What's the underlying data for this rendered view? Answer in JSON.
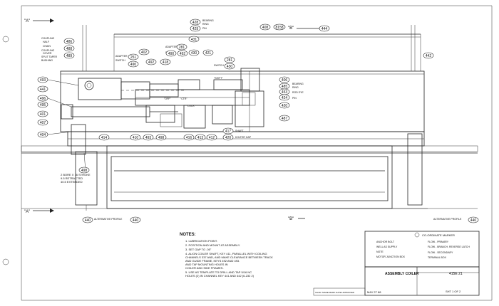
{
  "views": {
    "left_a_top": "\"A\"",
    "left_a_bottom": "\"A\"",
    "b_top": "\"B\"",
    "b_bottom": "\"B\""
  },
  "callouts": {
    "c428": "428",
    "c429": "429",
    "c408": "408",
    "c8158": "8158",
    "c444": "444",
    "c442": "442",
    "c431": "431",
    "c430": "430",
    "c422": "422",
    "c281a": "281",
    "c430b": "430",
    "c281b": "281",
    "c421": "421",
    "c486": "486",
    "c488": "488",
    "c489": "489",
    "c251": "251",
    "c402": "402",
    "c490": "490",
    "c492a": "492",
    "c418": "418",
    "c492b": "492",
    "c490b": "490",
    "c493": "493",
    "c441": "441",
    "c496": "496",
    "c495": "495",
    "c401": "401",
    "c407": "407",
    "c404": "404",
    "c406": "406",
    "c485": "485",
    "c453": "453",
    "c424": "424",
    "c420": "420",
    "c487": "487",
    "c417": "417",
    "c420b": "420",
    "c414": "414",
    "c410a": "410",
    "c493b": "493",
    "c498": "498",
    "c416": "416",
    "c413": "413",
    "c412": "412",
    "c498b": "498",
    "c440a": "440",
    "c440b": "440",
    "c440c": "440"
  },
  "notes_small": {
    "coupling": "COUPLING",
    "half": "HALF",
    "chain": "CHAIN",
    "coupling2": "COUPLING",
    "cover": "COVER",
    "split": "SPLIT TAPER",
    "bushing": "BUSHING",
    "bearing1": "BEARING",
    "ring": "RING",
    "pin": "PIN",
    "adapter": "ADAPTER",
    "switch": "SWITCH",
    "adapter2": "ADAPTER",
    "switch2": "SWITCH",
    "switch3": "SWITCH",
    "bearing2": "BEARING",
    "ring2": "RING",
    "rod_eye": "ROD EYE",
    "pin2": "PIN",
    "shaft": "SHAFT",
    "k_gap": "KOLTER GAP",
    "stroke": "2 BORE X 16 STROKE",
    "retracted": "9.5 RETRACTED",
    "extended": "40.5 EXTENDED",
    "alt_profile": "ALTERNATIVE PROFILE",
    "alt_profile2": "ALTERNATIVE PROFILE",
    "ctr_d": "\"D\"",
    "ctr_off": "\"OFF\"",
    "ctr_ctr": "\"CTR\"",
    "ctr_lock": "\"LOCK\"",
    "ctr_e": "\"OFF\"",
    "ctr_shift": "\"SHIFT\""
  },
  "notes": {
    "title": "NOTES:",
    "items": [
      "1. LUBRICATION POINT.",
      "2. POSITION AND MOUNT AT ASSEMBLY.",
      "3. SET GAP TO .05\"",
      "4. ALIGN COILER SHAFT, KEY 411, PARALLEL WITH COILING",
      "   CHANNELS 337 AND, AND MAKE CLEARANCE BETWEEN TRACK",
      "   AND GUIDE FRAME, KEYS 492 AND 493.",
      "   AND TAP MOUNTING HOLES IN",
      "   COILER AND SIDE FRAMES.",
      "5. USE AS TEMPLATE TO DRILL AND TAP 5/16 NC",
      "   HOLES (2) IN CHANNEL KEY 441 AND 442 (6-232 2)"
    ]
  },
  "legend": {
    "title": "CO-ORDINATE MARKER",
    "left": [
      "ANCHOR BOLT",
      "WELL AS SUPPLY",
      "NOTE",
      "MOTOR JUNCTION BOX"
    ],
    "right": [
      "FLOW - PRIMARY",
      "FLOW - BRANCH, REVERSE LATCH",
      "FLOW - SECONDARY",
      "TERMINAL BOX"
    ]
  },
  "titleblock": {
    "drawing_title": "ASSEMBLY COILER",
    "dwg_no": "415E\n21",
    "sheet": "SHT 1 OF 2",
    "date": "MAY 27 88",
    "rev_header": "CHAR. MADE MARK DATE/ APPROVED"
  }
}
